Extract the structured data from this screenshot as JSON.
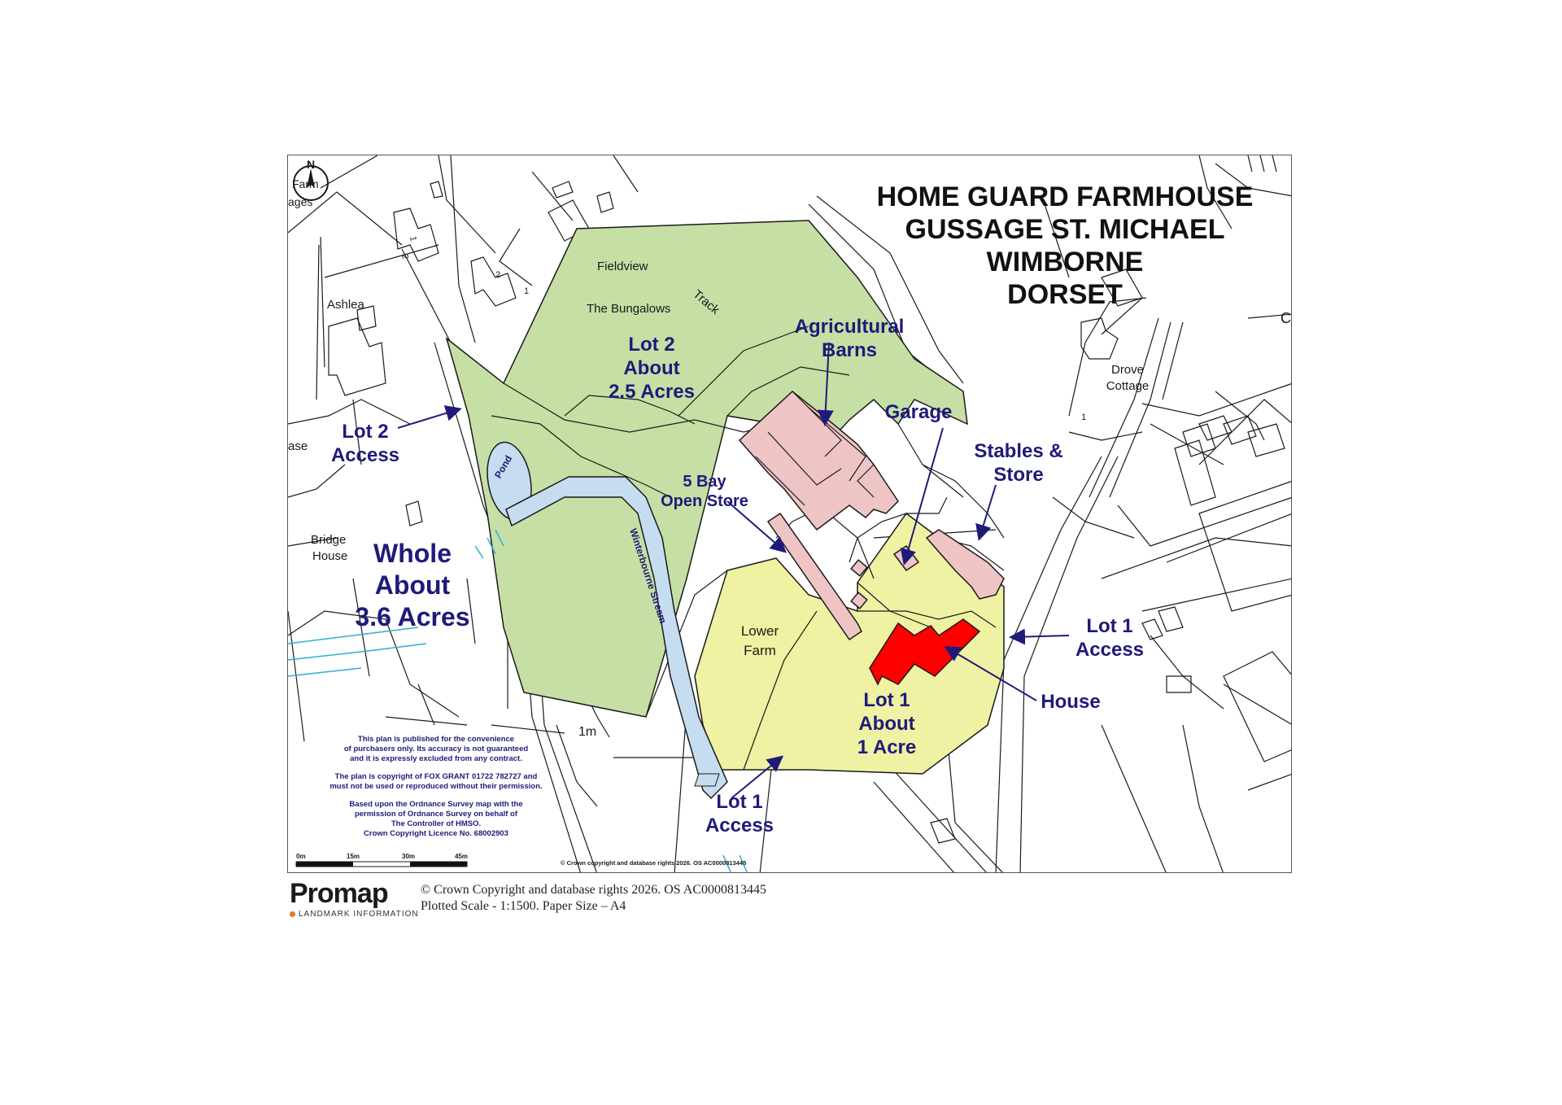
{
  "title": {
    "line1": "HOME GUARD FARMHOUSE",
    "line2": "GUSSAGE ST. MICHAEL",
    "line3": "WIMBORNE",
    "line4": "DORSET"
  },
  "colors": {
    "lot2_green": "#c5dfa5",
    "lot1_yellow": "#eef2a2",
    "stream_blue": "#c6dcf0",
    "building_pink": "#efc4c4",
    "house_red": "#ff0000",
    "label_navy": "#1f1a7a",
    "water_cyan": "#2ab0d8"
  },
  "compass": {
    "letter": "N"
  },
  "place_labels": {
    "farm": "Farm",
    "cottages": "ages",
    "fieldview": "Fieldview",
    "bungalows": "The Bungalows",
    "track": "Track",
    "ashlea": "Ashlea",
    "drove1": "Drove",
    "drove2": "Cottage",
    "c": "C",
    "ase": "ase",
    "bridge1": "Bridge",
    "bridge2": "House",
    "pond": "Pond",
    "stream": "Winterbourne Stream",
    "lower1": "Lower",
    "lower2": "Farm",
    "onem": "1m",
    "n1": "1",
    "n2": "2",
    "n3": "2",
    "n4": "1",
    "n5": "1"
  },
  "labels": {
    "lot2_area": [
      "Lot 2",
      "About",
      "2.5 Acres"
    ],
    "lot2_access": [
      "Lot 2",
      "Access"
    ],
    "whole": [
      "Whole",
      "About",
      "3.6 Acres"
    ],
    "agri": [
      "Agricultural",
      "Barns"
    ],
    "garage": [
      "Garage"
    ],
    "stables": [
      "Stables &",
      "Store"
    ],
    "bay": [
      "5 Bay",
      "Open Store"
    ],
    "lot1_access_right": [
      "Lot 1",
      "Access"
    ],
    "house": [
      "House"
    ],
    "lot1_area": [
      "Lot 1",
      "About",
      "1 Acre"
    ],
    "lot1_access_bottom": [
      "Lot 1",
      "Access"
    ]
  },
  "disclaimer": [
    "This plan is published for the convenience",
    "of purchasers only.  Its accuracy is not guaranteed",
    "and it is expressly excluded from any contract.",
    "",
    "The plan is copyright of FOX GRANT 01722 782727  and",
    "must not be used or reproduced without their permission.",
    "",
    "Based upon the Ordnance Survey map with the",
    "permission of Ordnance Survey on behalf of",
    "The Controller of HMSO.",
    "Crown Copyright Licence No. 68002903"
  ],
  "scale_bar": {
    "t0": "0m",
    "t1": "15m",
    "t2": "30m",
    "t3": "45m"
  },
  "map_copyright": "© Crown copyright and database rights 2026. OS AC0000813445",
  "footer": {
    "logo": "Promap",
    "logo_sub": "LANDMARK INFORMATION",
    "copyright": "© Crown Copyright and database rights 2026. OS AC0000813445",
    "scale": "Plotted Scale - 1:1500. Paper Size – A4"
  }
}
